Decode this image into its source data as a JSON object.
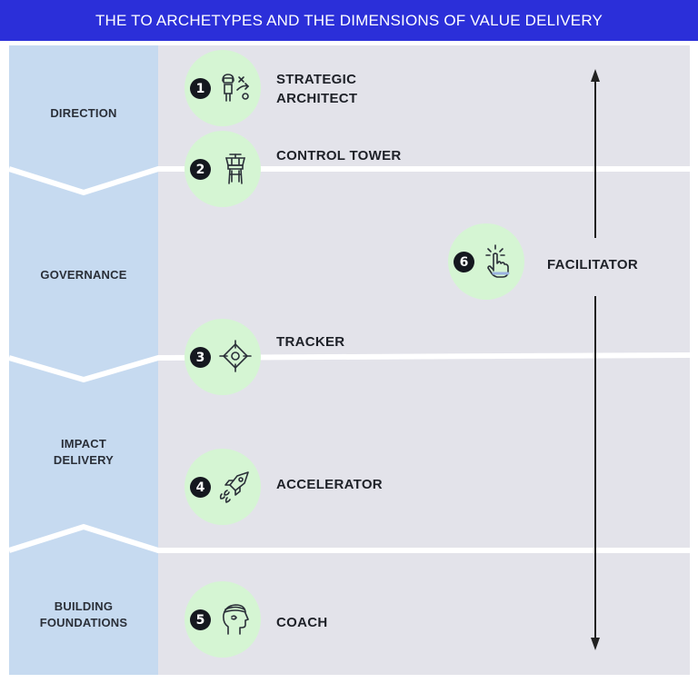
{
  "title": "THE TO ARCHETYPES AND THE DIMENSIONS OF VALUE DELIVERY",
  "dimensions": [
    {
      "label": "DIRECTION"
    },
    {
      "label": "GOVERNANCE"
    },
    {
      "label_line1": "IMPACT",
      "label_line2": "DELIVERY"
    },
    {
      "label_line1": "BUILDING",
      "label_line2": "FOUNDATIONS"
    }
  ],
  "archetypes": [
    {
      "number": "1",
      "line1": "STRATEGIC",
      "line2": "ARCHITECT",
      "icon": "strategy-icon"
    },
    {
      "number": "2",
      "label": "CONTROL TOWER",
      "icon": "control-tower-icon"
    },
    {
      "number": "3",
      "label": "TRACKER",
      "icon": "target-icon"
    },
    {
      "number": "4",
      "label": "ACCELERATOR",
      "icon": "rocket-icon"
    },
    {
      "number": "5",
      "label": "COACH",
      "icon": "head-icon"
    },
    {
      "number": "6",
      "label": "FACILITATOR",
      "icon": "pointer-hand-icon"
    }
  ],
  "colors": {
    "header": "#2b2fd9",
    "dimension_column": "#c6daf0",
    "band": "#e3e3ea",
    "circle": "#d5f5d3",
    "badge": "#15181f"
  }
}
